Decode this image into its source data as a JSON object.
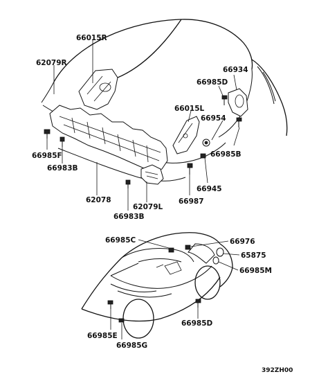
{
  "labels": {
    "upper": {
      "p66015R": "66015R",
      "p62079R": "62079R",
      "p66934": "66934",
      "p66985D_top": "66985D",
      "p66015L": "66015L",
      "p66954": "66954",
      "p66985F": "66985F",
      "p66985B_right": "66985B",
      "p66983B_left": "66983B",
      "p62078": "62078",
      "p66945": "66945",
      "p66987": "66987",
      "p62079L": "62079L",
      "p66983B_bottom": "66983B"
    },
    "lower": {
      "p66985C": "66985C",
      "p66976": "66976",
      "p65875": "65875",
      "p66985M": "66985M",
      "p66985D_bottom": "66985D",
      "p66985E": "66985E",
      "p66985G": "66985G"
    }
  },
  "diagram_code": "392ZH00"
}
